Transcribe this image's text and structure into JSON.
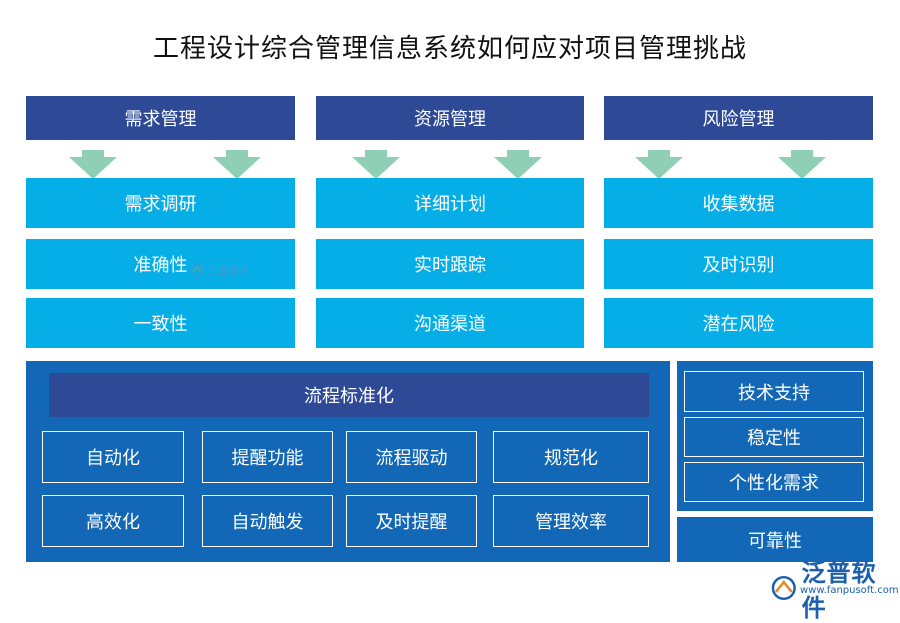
{
  "title": "工程设计综合管理信息系统如何应对项目管理挑战",
  "columns": [
    {
      "header": "需求管理",
      "items": [
        "需求调研",
        "准确性",
        "一致性"
      ]
    },
    {
      "header": "资源管理",
      "items": [
        "详细计划",
        "实时跟踪",
        "沟通渠道"
      ]
    },
    {
      "header": "风险管理",
      "items": [
        "收集数据",
        "及时识别",
        "潜在风险"
      ]
    }
  ],
  "process": {
    "title": "流程标准化",
    "row1": [
      "自动化",
      "提醒功能",
      "流程驱动",
      "规范化"
    ],
    "row2": [
      "高效化",
      "自动触发",
      "及时提醒",
      "管理效率"
    ]
  },
  "side": {
    "items": [
      "技术支持",
      "稳定性",
      "个性化需求"
    ],
    "bottom": "可靠性"
  },
  "watermark": {
    "brand": "泛普软件",
    "url": "www.fanpusoft.com",
    "center_text": "泛普软件"
  },
  "colors": {
    "header": "#2e4a97",
    "cell": "#06aee8",
    "panel": "#1267b6",
    "arrow": "#8fcfb6"
  }
}
